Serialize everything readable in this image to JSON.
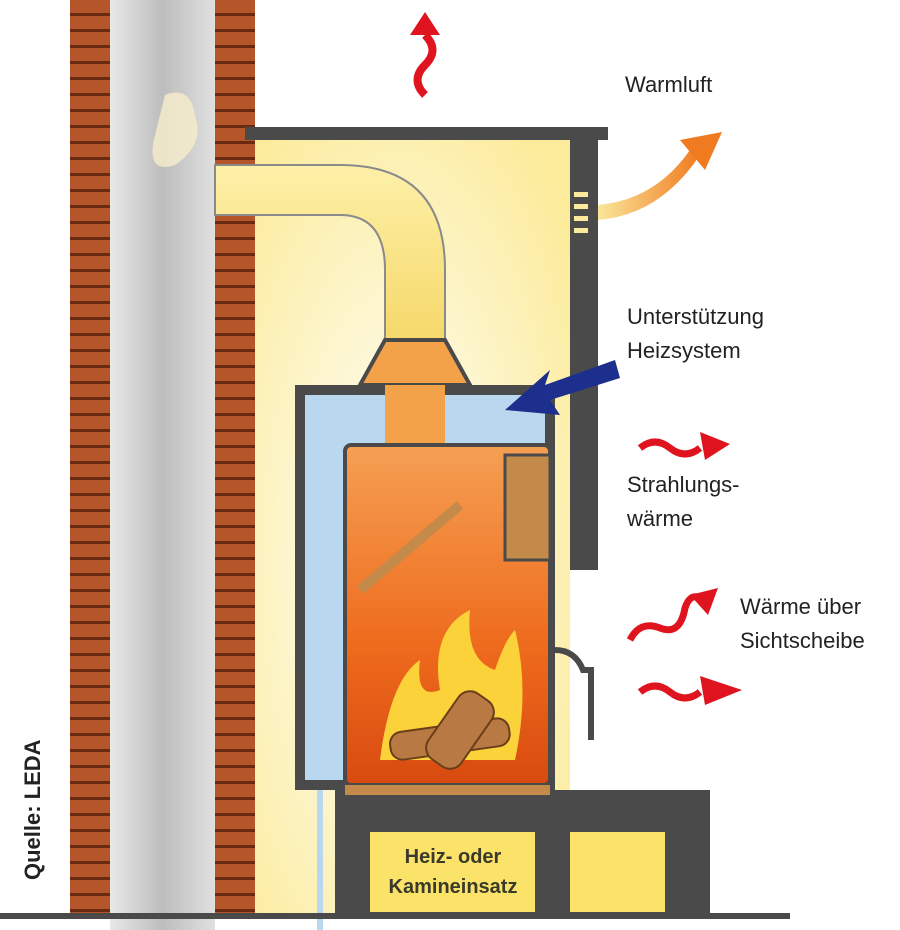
{
  "labels": {
    "warm_air": "Warmluft",
    "heating_support": [
      "Unterstützung",
      "Heizsystem"
    ],
    "radiant_heat": [
      "Strahlungs-",
      "wärme"
    ],
    "window_heat": [
      "Wärme über",
      "Sichtscheibe"
    ],
    "insert": [
      "Heiz- oder",
      "Kamineinsatz"
    ],
    "source": "Quelle: LEDA"
  },
  "colors": {
    "brick": "#b5562a",
    "chimney": "#c8c8c8",
    "glow": "#fbeb9a",
    "steel": "#4a4a4a",
    "water_jacket": "#b9d7ee",
    "fire": "#f07a1e",
    "hot_arrow": "#e0141e",
    "warm_air_arrow": "#f08a30",
    "return_arrow": "#1d2f8c"
  }
}
